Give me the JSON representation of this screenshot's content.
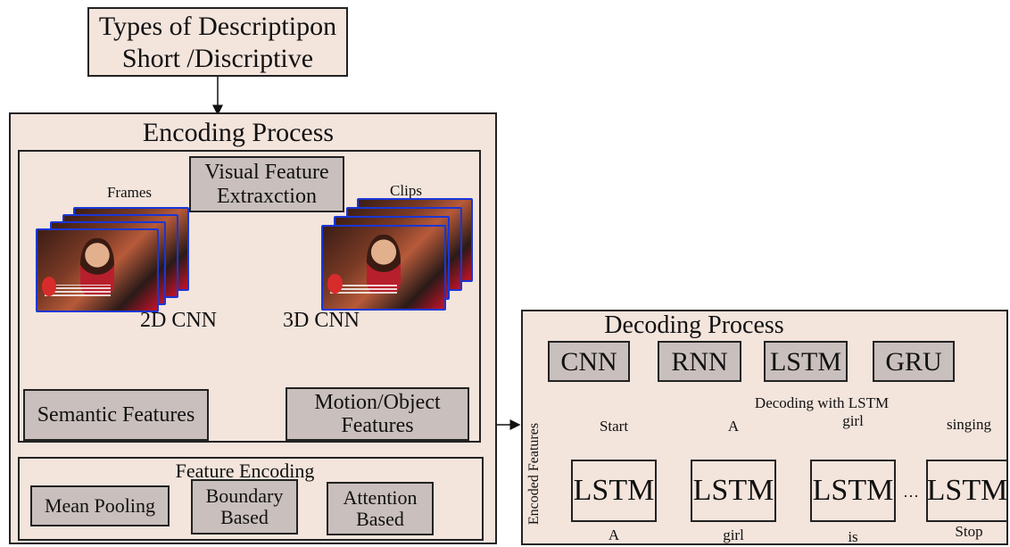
{
  "top_box": {
    "line1": "Types of Descriptipon",
    "line2": "Short /Discriptive"
  },
  "encoding": {
    "title": "Encoding Process",
    "visual_feature": {
      "line1": "Visual Feature",
      "line2": "Extraxction"
    },
    "frames_label": "Frames",
    "clips_label": "Clips",
    "cnn2d": "2D CNN",
    "cnn3d": "3D CNN",
    "semantic": "Semantic Features",
    "motion": {
      "line1": "Motion/Object",
      "line2": "Features"
    },
    "feature_encoding": {
      "title": "Feature Encoding",
      "mean": "Mean Pooling",
      "boundary": {
        "line1": "Boundary",
        "line2": "Based"
      },
      "attention": {
        "line1": "Attention",
        "line2": "Based"
      }
    }
  },
  "decoding": {
    "title": "Decoding Process",
    "models": [
      "CNN",
      "RNN",
      "LSTM",
      "GRU"
    ],
    "subtitle": "Decoding with LSTM",
    "side_label": "Encoded Features",
    "lstm_label": "LSTM",
    "ellipsis": "···",
    "inputs": [
      "Start",
      "A",
      "girl",
      "singing"
    ],
    "outputs": [
      "A",
      "girl",
      "is",
      "Stop"
    ]
  }
}
